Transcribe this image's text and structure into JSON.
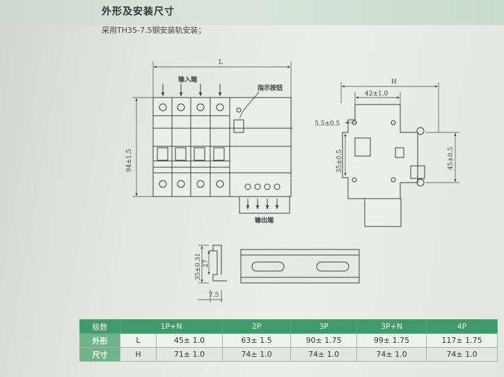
{
  "section": {
    "title": "外形及安装尺寸",
    "rail_note": "采用TH35-7.5钢安装轨安装；"
  },
  "diagram": {
    "label_input": "输入端",
    "label_indicator": "指示按钮",
    "label_output": "输出端",
    "dim_L": "L",
    "dim_H": "H",
    "dim_height_front": "94±1.5",
    "dim_top_side": "42±1.0",
    "dim_left_side": "5.5±0.5",
    "dim_center_side": "35±0.5",
    "dim_right_side": "45±0.5",
    "rail_height": "35±0.31",
    "rail_inner": "27",
    "rail_thickness": "7.5"
  },
  "table": {
    "header": [
      "极数",
      "1P+N",
      "2P",
      "3P",
      "3P+N",
      "4P"
    ],
    "group_label_top": "外形",
    "group_label_bottom": "尺寸",
    "rows": [
      {
        "dim": "L",
        "values": [
          "45± 1.0",
          "63± 1.5",
          "90± 1.75",
          "99± 1.75",
          "117± 1.75"
        ]
      },
      {
        "dim": "H",
        "values": [
          "71± 1.0",
          "74± 1.0",
          "74± 1.0",
          "74± 1.0",
          "74± 1.0"
        ]
      }
    ]
  },
  "colors": {
    "table_header_bg": "#3f9a6c",
    "table_group_bg": "#6fb489"
  }
}
